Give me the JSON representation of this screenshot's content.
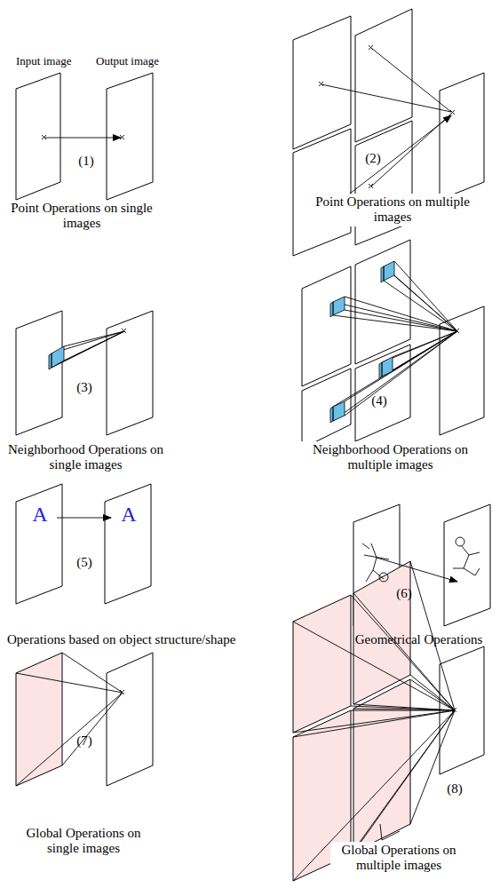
{
  "diagram": {
    "labels": [
      "Input image",
      "Output image",
      "(1)",
      "Point Operations on single images",
      "(2)",
      "Point Operations on multiple images",
      "(3)",
      "Neighborhood Operations on single images",
      "(4)",
      "Neighborhood Operations on multiple images",
      "A",
      "A",
      "(5)",
      "Operations based on object structure/shape",
      "(6)",
      "Geometrical Operations",
      "(7)",
      "Global Operations on single images",
      "(8)",
      "Global Operations on multiple images"
    ]
  }
}
